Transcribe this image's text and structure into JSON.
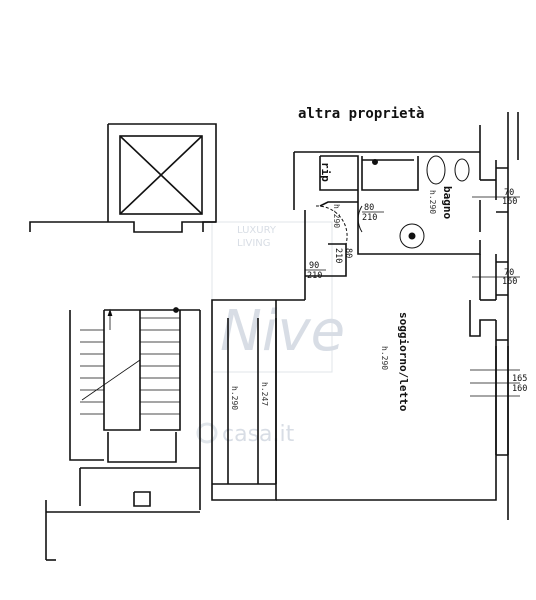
{
  "plan": {
    "title": "altra proprietà",
    "watermark_brand_line1": "LUXURY",
    "watermark_brand_line2": "LIVING",
    "watermark_script": "Nive",
    "watermark_site": "casa.it",
    "rooms": {
      "bagno": {
        "name": "bagno",
        "height": "h.290"
      },
      "soggiorno": {
        "name": "soggiorno/letto",
        "height": "h.290"
      },
      "rip": {
        "name": "rip"
      },
      "corridor": {
        "height": "h.290"
      },
      "loft": {
        "height": "h.247"
      },
      "side": {
        "height": "h.290"
      }
    },
    "doors": {
      "bagno_door": {
        "w": "80",
        "h": "210"
      },
      "entry_door": {
        "w": "90",
        "h": "210"
      },
      "inner_door": {
        "w": "80",
        "h": "210"
      }
    },
    "windows": {
      "bagno_window": {
        "w": "70",
        "h": "160"
      },
      "mid_window": {
        "w": "70",
        "h": "160"
      },
      "big_window": {
        "w": "165",
        "h": "160"
      }
    },
    "colors": {
      "line": "#111111",
      "watermark": "#b9c3d0"
    }
  }
}
